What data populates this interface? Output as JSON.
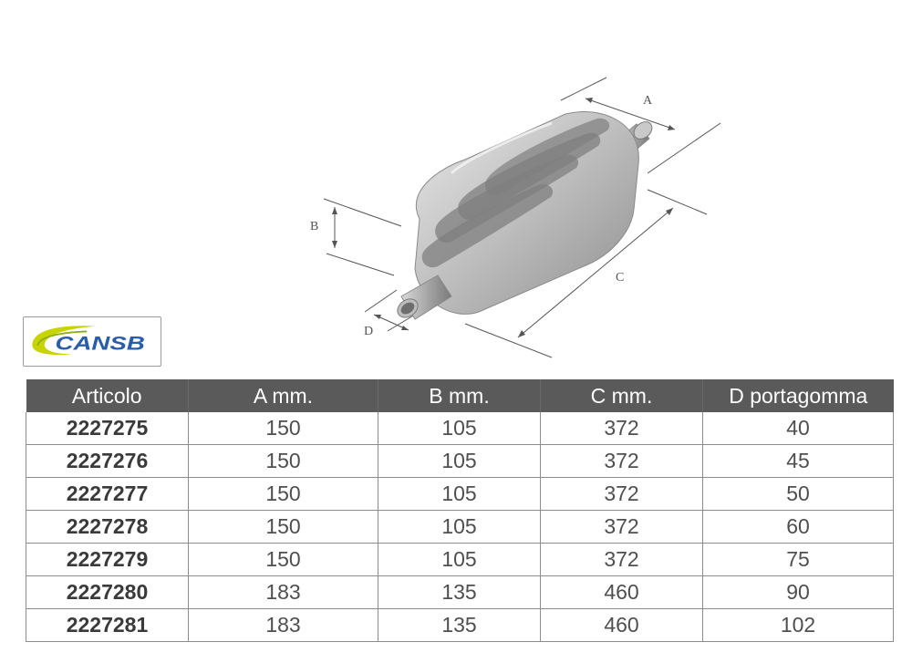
{
  "illustration": {
    "labels": {
      "a": "A",
      "b": "B",
      "c": "C",
      "d": "D"
    }
  },
  "logo": {
    "text": "CANSB"
  },
  "table": {
    "headers": [
      "Articolo",
      "A mm.",
      "B mm.",
      "C mm.",
      "D portagomma"
    ],
    "rows": [
      [
        "2227275",
        "150",
        "105",
        "372",
        "40"
      ],
      [
        "2227276",
        "150",
        "105",
        "372",
        "45"
      ],
      [
        "2227277",
        "150",
        "105",
        "372",
        "50"
      ],
      [
        "2227278",
        "150",
        "105",
        "372",
        "60"
      ],
      [
        "2227279",
        "150",
        "105",
        "372",
        "75"
      ],
      [
        "2227280",
        "183",
        "135",
        "460",
        "90"
      ],
      [
        "2227281",
        "183",
        "135",
        "460",
        "102"
      ]
    ]
  },
  "colors": {
    "header_bg": "#5a5a5a",
    "logo_swoosh": "#c8d400",
    "logo_text": "#2a5da8"
  }
}
